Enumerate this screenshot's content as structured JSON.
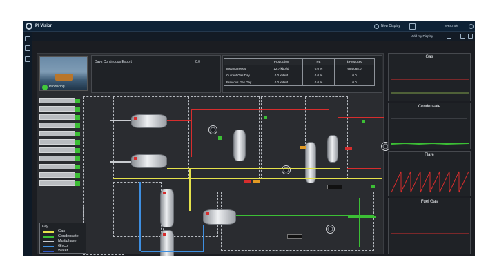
{
  "app": {
    "title": "PI Vision",
    "new_display": "New Display",
    "user": "wes.rafe",
    "add_display": "Add my Display"
  },
  "header_panel": {
    "days_label": "Days Continuous Export",
    "days_value": "0.0",
    "status": "Producing"
  },
  "production_table": {
    "columns": [
      "",
      "Production",
      "PE",
      "$ Produced"
    ],
    "rows": [
      [
        "Instantaneous",
        "12.7 kbbl/d",
        "0.0 %",
        "684,068.0"
      ],
      [
        "Current Gas Day",
        "0.0 kbbl/d",
        "0.0 %",
        "0.0"
      ],
      [
        "Previous Gas Day",
        "0.0 kbbl/d",
        "0.0 %",
        "0.0"
      ]
    ]
  },
  "key": {
    "title": "Key",
    "items": [
      {
        "label": "Gas",
        "color": "#e5e24b"
      },
      {
        "label": "Condensate",
        "color": "#3cbf35"
      },
      {
        "label": "Multiphase",
        "color": "#c9ccd0"
      },
      {
        "label": "Glycol",
        "color": "#3e8fe0"
      },
      {
        "label": "Water",
        "color": "#2f55c9"
      }
    ]
  },
  "trends": [
    {
      "title": "Gas",
      "line_color": "#d62d2d"
    },
    {
      "title": "Condensate",
      "line_color": "#3cbf35"
    },
    {
      "title": "Flare",
      "line_color": "#d62d2d"
    },
    {
      "title": "Fuel Gas",
      "line_color": "#d62d2d"
    }
  ],
  "colors": {
    "pipe_red": "#d62d2d",
    "pipe_yellow": "#e5e24b",
    "pipe_green": "#3cbf35",
    "pipe_blue": "#3e8fe0"
  }
}
